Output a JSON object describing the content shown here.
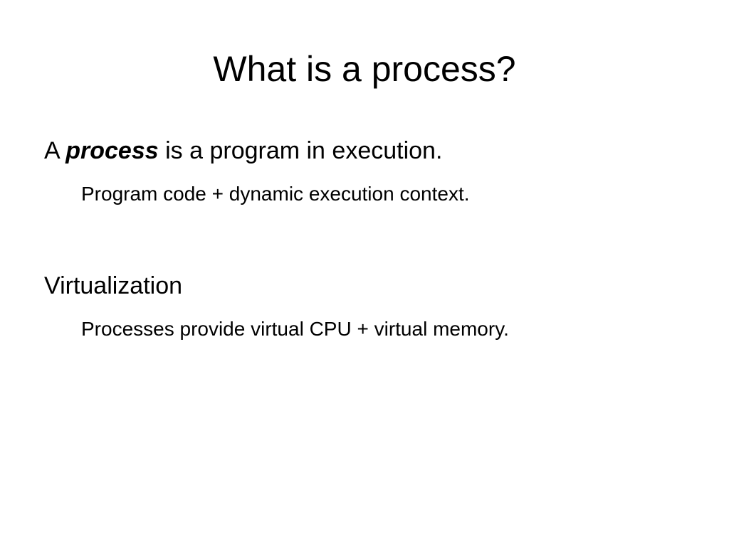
{
  "slide": {
    "title": "What is a process?",
    "bullets": [
      {
        "prefix": "A ",
        "emphasis": "process",
        "suffix": " is a program in execution.",
        "sub": "Program code + dynamic execution context."
      },
      {
        "text": "Virtualization",
        "sub": "Processes provide virtual CPU + virtual memory."
      }
    ]
  }
}
